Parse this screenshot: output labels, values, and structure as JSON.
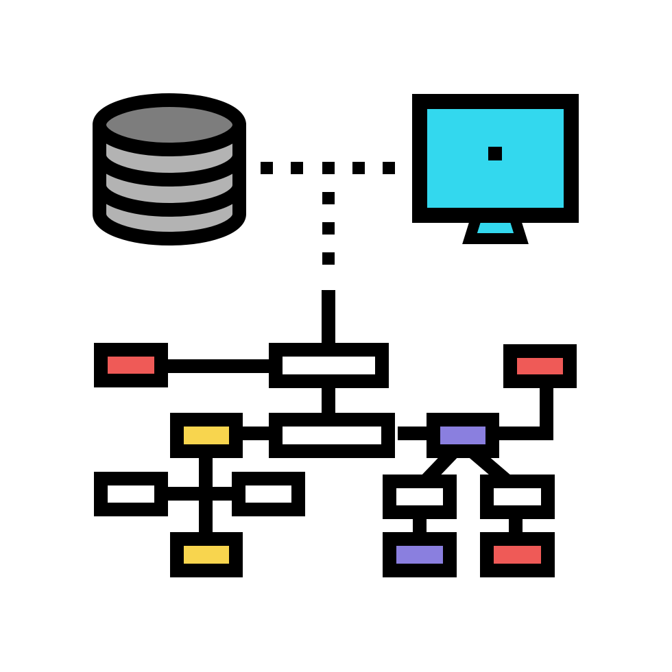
{
  "icon": {
    "name": "data-structure-network",
    "parts": [
      "database",
      "monitor",
      "connector",
      "node-tree"
    ]
  },
  "colors": {
    "outline": "#000000",
    "background": "#ffffff",
    "db_top": "#7d7d7d",
    "db_band": "#b3b3b3",
    "screen": "#33d8ee",
    "red": "#ef5a57",
    "yellow": "#f8d54e",
    "purple": "#8a7fdf",
    "white_node": "#ffffff"
  }
}
